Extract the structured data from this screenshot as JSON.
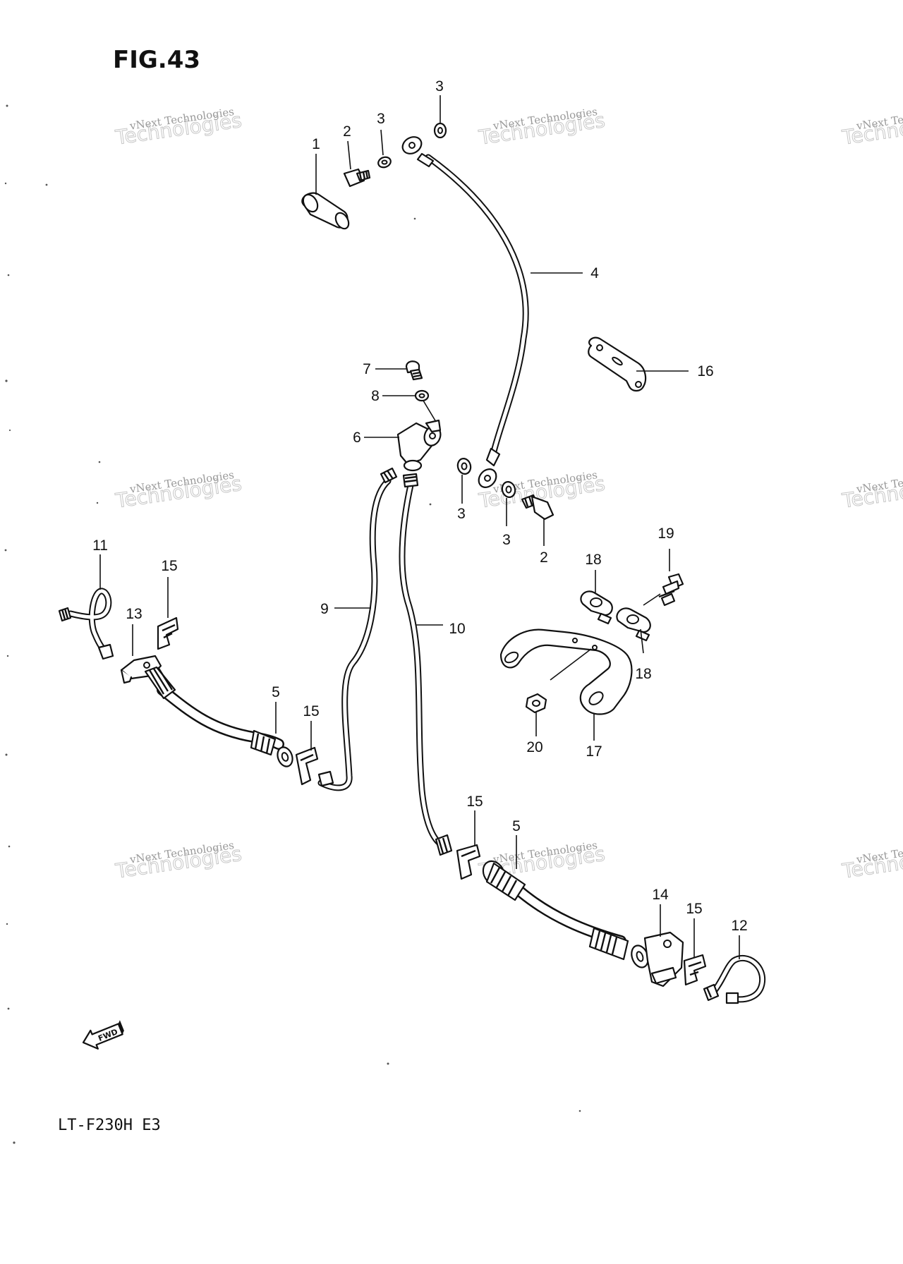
{
  "figure": {
    "title": "FIG.43",
    "model": "LT-F230H  E3",
    "fwd_label": "FWD"
  },
  "watermark": {
    "line1": "vNext Technologies",
    "line2": "Technologies"
  },
  "callouts": [
    "1",
    "2",
    "3",
    "3",
    "4",
    "7",
    "8",
    "6",
    "16",
    "3",
    "3",
    "2",
    "19",
    "18",
    "18",
    "11",
    "15",
    "13",
    "9",
    "10",
    "17",
    "20",
    "5",
    "15",
    "15",
    "5",
    "14",
    "15",
    "12"
  ]
}
